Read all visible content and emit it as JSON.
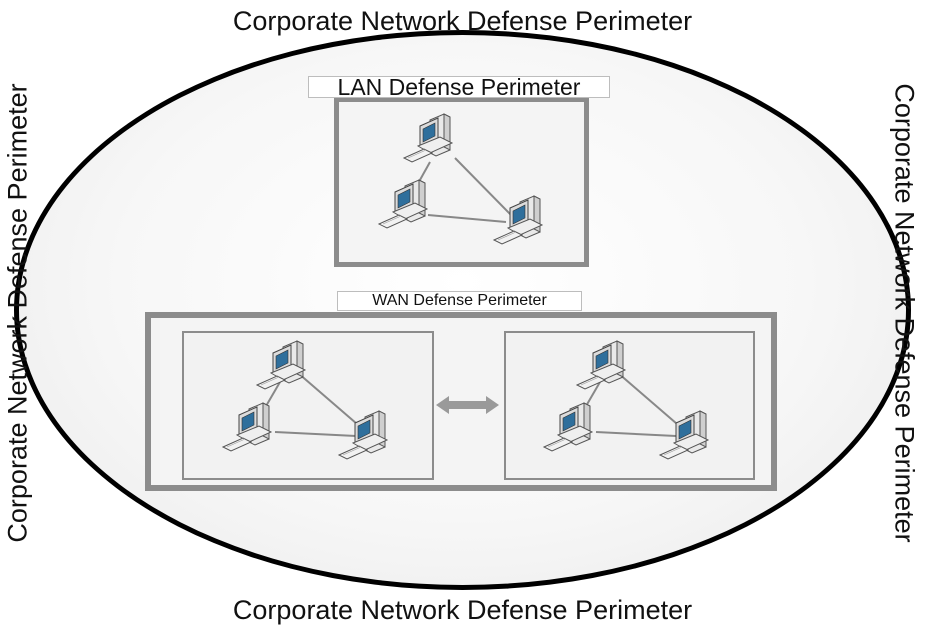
{
  "diagram": {
    "corporate_label_top": "Corporate Network Defense Perimeter",
    "corporate_label_bottom": "Corporate Network Defense Perimeter",
    "corporate_label_left": "Corporate Network Defense Perimeter",
    "corporate_label_right": "Corporate Network Defense Perimeter",
    "lan_title": "LAN Defense Perimeter",
    "wan_title": "WAN Defense Perimeter",
    "border_color": "#8c8c8c",
    "outline_color": "#000000"
  }
}
